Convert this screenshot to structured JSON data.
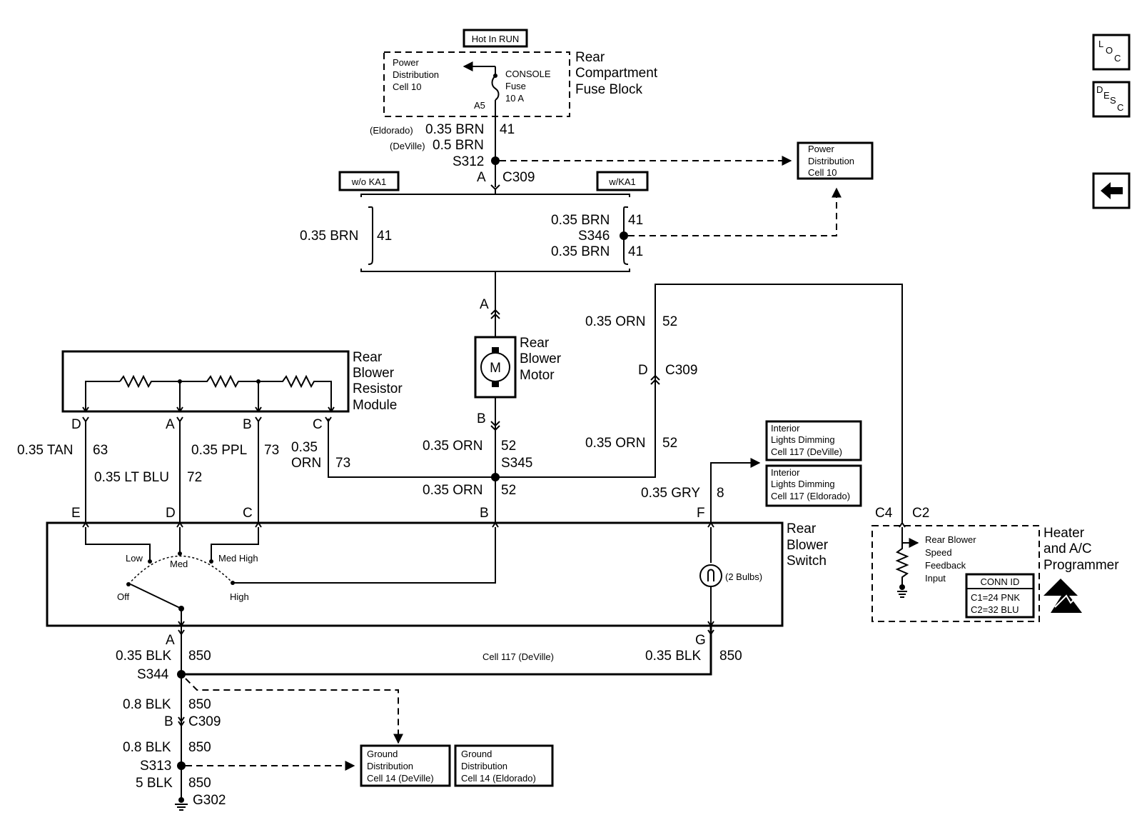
{
  "nav": {
    "loc": "LOC",
    "desc": "DESC"
  },
  "fuse_block": {
    "hot_in_run": "Hot In RUN",
    "title": [
      "Rear",
      "Compartment",
      "Fuse Block"
    ],
    "pdc_ref": [
      "Power",
      "Distribution",
      "Cell 10"
    ],
    "fuse": [
      "CONSOLE",
      "Fuse",
      "10 A"
    ],
    "terminal": "A5"
  },
  "feed": {
    "eldorado_tag": "(Eldorado)",
    "eldorado_wire": "0.35 BRN",
    "deville_tag": "(DeVille)",
    "deville_wire": "0.5 BRN",
    "circuit": "41",
    "splice": "S312",
    "conn_pin": "A",
    "conn": "C309",
    "pd_ref": [
      "Power",
      "Distribution",
      "Cell 10"
    ]
  },
  "options": {
    "wo_ka1": "w/o KA1",
    "w_ka1": "w/KA1",
    "left_wire": "0.35 BRN",
    "left_circuit": "41",
    "right_wire_top": "0.35 BRN",
    "right_circuit_top": "41",
    "right_splice": "S346",
    "right_wire_bot": "0.35 BRN",
    "right_circuit_bot": "41"
  },
  "motor": {
    "pin_top": "A",
    "symbol": "M",
    "title": [
      "Rear",
      "Blower",
      "Motor"
    ],
    "pin_bot": "B",
    "wire": "0.35 ORN",
    "circuit": "52",
    "splice": "S345",
    "wire_b": "0.35 ORN",
    "circuit_b": "52"
  },
  "orn_feedback": {
    "wire_top": "0.35 ORN",
    "circuit_top": "52",
    "pin": "D",
    "conn": "C309",
    "wire_bot": "0.35 ORN",
    "circuit_bot": "52"
  },
  "resistor_module": {
    "title": [
      "Rear",
      "Blower",
      "Resistor",
      "Module"
    ],
    "pins": [
      "D",
      "A",
      "B",
      "C"
    ]
  },
  "resistor_wires": {
    "d_wire": "0.35 TAN",
    "d_circuit": "63",
    "a_wire": "0.35 LT BLU",
    "a_circuit": "72",
    "b_wire": "0.35 PPL",
    "b_circuit": "73",
    "c_wire_1": "0.35",
    "c_wire_2": "ORN",
    "c_circuit": "73"
  },
  "dimming": {
    "deville": [
      "Interior",
      "Lights Dimming",
      "Cell 117 (DeVille)"
    ],
    "eldorado": [
      "Interior",
      "Lights Dimming",
      "Cell 117 (Eldorado)"
    ],
    "wire": "0.35 GRY",
    "circuit": "8"
  },
  "switch": {
    "title": [
      "Rear",
      "Blower",
      "Switch"
    ],
    "pins_top": [
      "E",
      "D",
      "C",
      "B",
      "F"
    ],
    "positions": {
      "low": "Low",
      "med": "Med",
      "med_high": "Med High",
      "off": "Off",
      "high": "High"
    },
    "bulbs": "(2 Bulbs)",
    "pin_a": "A",
    "pin_g": "G"
  },
  "programmer": {
    "c4": "C4",
    "c2": "C2",
    "title": [
      "Heater",
      "and A/C",
      "Programmer"
    ],
    "input": [
      "Rear Blower",
      "Speed",
      "Feedback",
      "Input"
    ],
    "conn_id_title": "CONN ID",
    "conn_ids": [
      "C1=24 PNK",
      "C2=32 BLU"
    ]
  },
  "ground": {
    "a_wire": "0.35 BLK",
    "a_circuit": "850",
    "splice_s344": "S344",
    "cell117": "Cell 117 (DeVille)",
    "g_wire": "0.35 BLK",
    "g_circuit": "850",
    "mid_wire": "0.8 BLK",
    "mid_circuit": "850",
    "conn_pin": "B",
    "conn": "C309",
    "low_wire": "0.8 BLK",
    "low_circuit": "850",
    "splice_s313": "S313",
    "final_wire": "5 BLK",
    "final_circuit": "850",
    "ground_id": "G302",
    "gd_deville": [
      "Ground",
      "Distribution",
      "Cell 14 (DeVille)"
    ],
    "gd_eldorado": [
      "Ground",
      "Distribution",
      "Cell 14 (Eldorado)"
    ]
  }
}
